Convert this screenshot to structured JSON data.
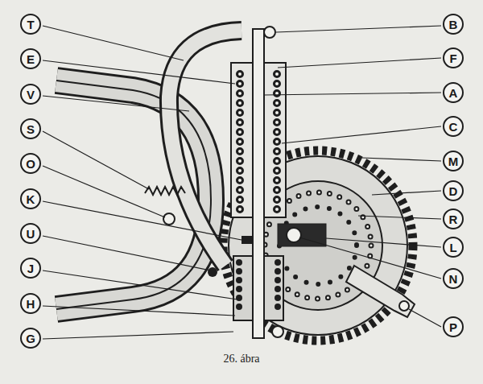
{
  "diagram": {
    "caption": "26. ábra",
    "nodes": [
      {
        "text": [
          "T"
        ]
      },
      {
        "text": [
          "E"
        ]
      },
      {
        "text": [
          "V"
        ]
      },
      {
        "text": [
          "S"
        ]
      },
      {
        "text": [
          "O"
        ]
      },
      {
        "text": [
          "K"
        ]
      },
      {
        "text": [
          "U"
        ]
      },
      {
        "text": [
          "J"
        ]
      },
      {
        "text": [
          "H"
        ]
      },
      {
        "text": [
          "G"
        ]
      },
      {
        "text": [
          "B"
        ]
      },
      {
        "text": [
          "F"
        ]
      },
      {
        "text": [
          "A"
        ]
      },
      {
        "text": [
          "C"
        ]
      },
      {
        "text": [
          "M"
        ]
      },
      {
        "text": [
          "D"
        ]
      },
      {
        "text": [
          "R"
        ]
      },
      {
        "text": [
          "L"
        ]
      },
      {
        "text": [
          "N"
        ]
      },
      {
        "text": [
          "P"
        ]
      }
    ]
  }
}
